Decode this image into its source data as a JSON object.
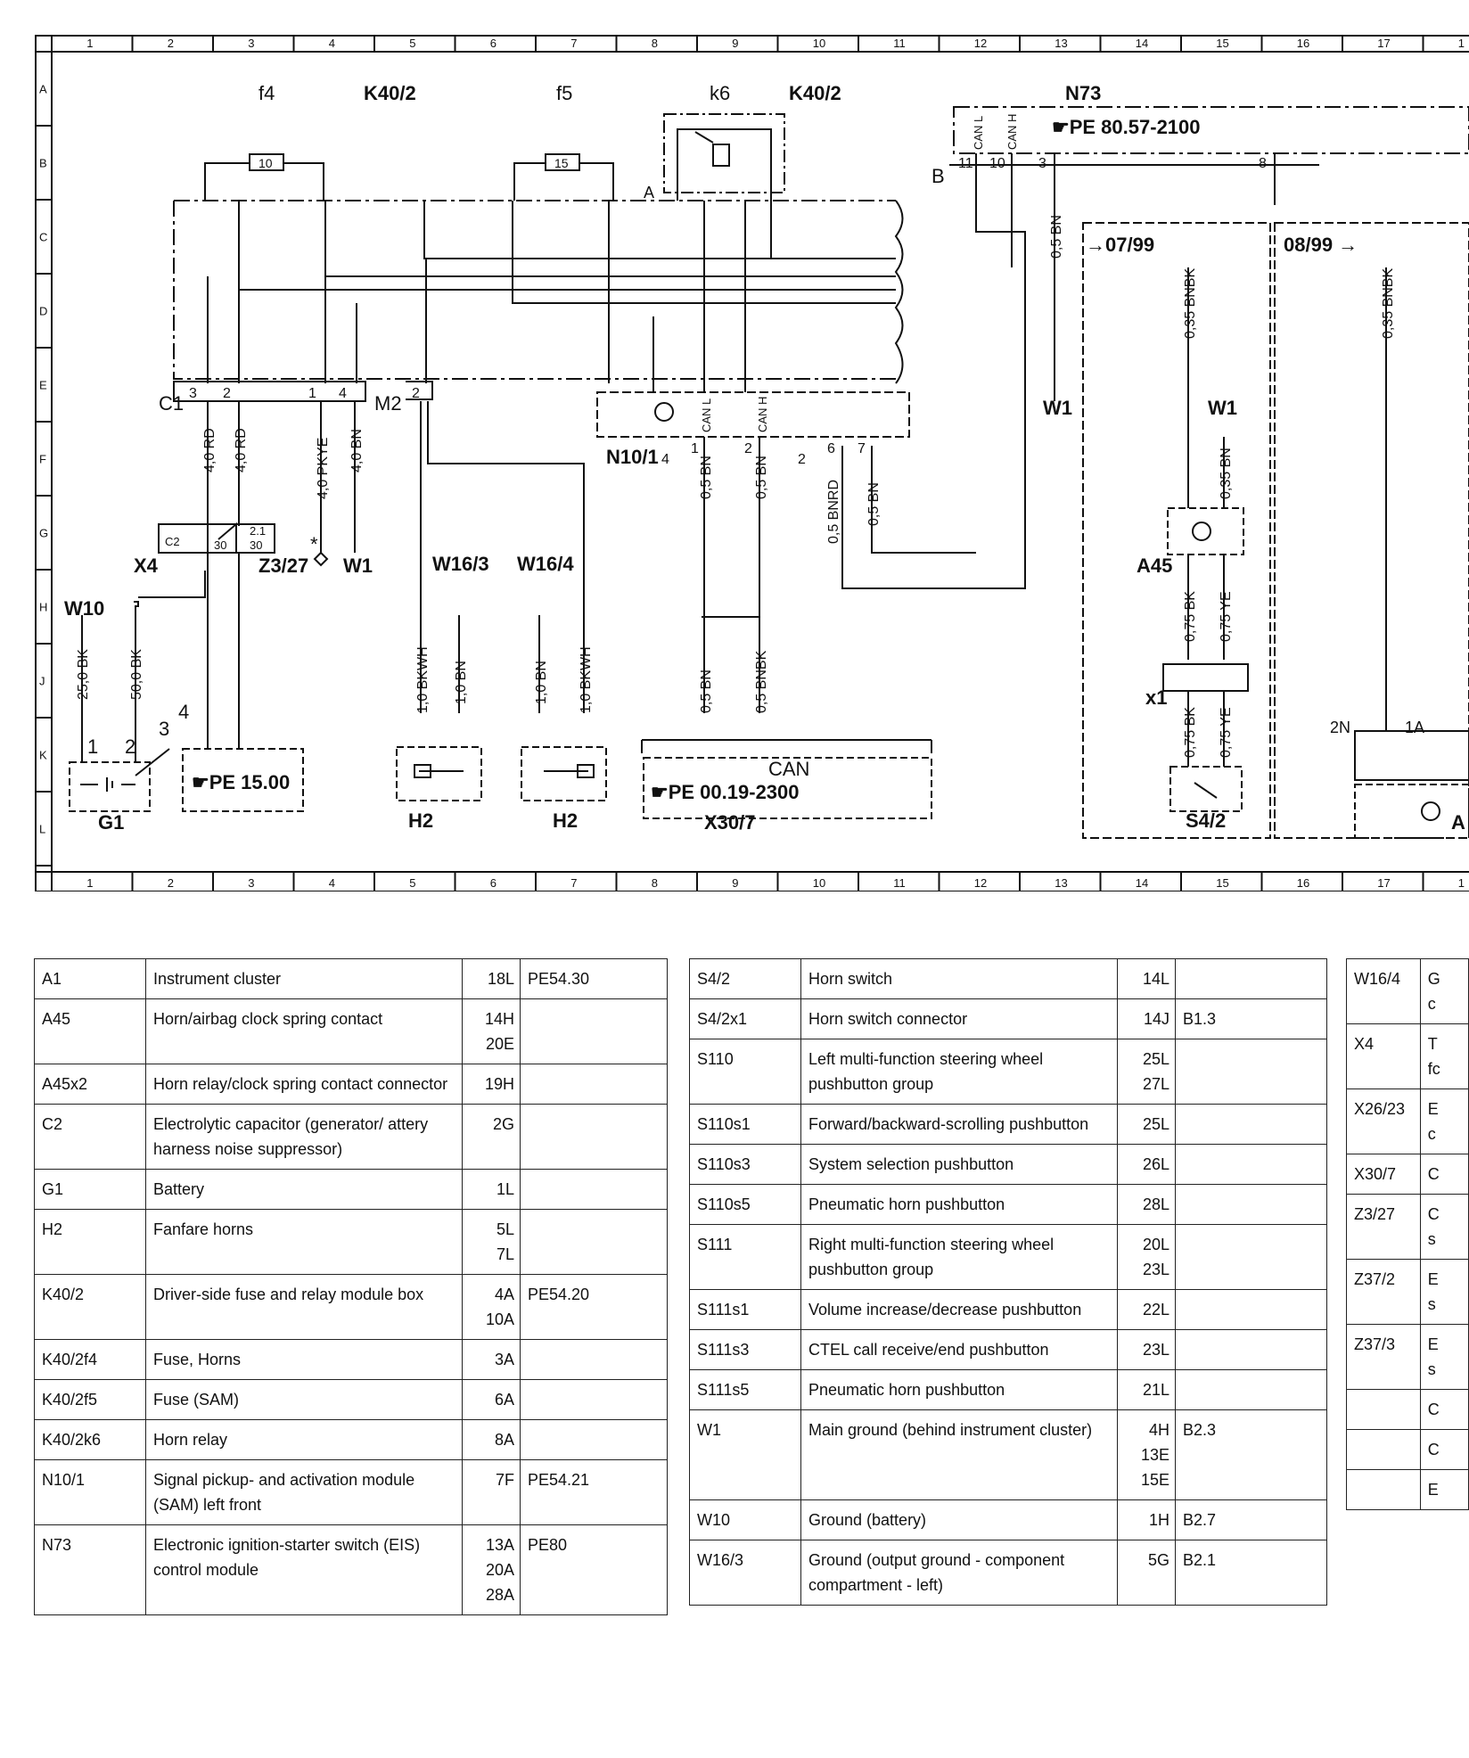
{
  "grid": {
    "cols": [
      "1",
      "2",
      "3",
      "4",
      "5",
      "6",
      "7",
      "8",
      "9",
      "10",
      "11",
      "12",
      "13",
      "14",
      "15",
      "16",
      "17",
      "1"
    ],
    "rows": [
      "A",
      "B",
      "C",
      "D",
      "E",
      "F",
      "G",
      "H",
      "J",
      "K",
      "L"
    ]
  },
  "labels": {
    "f4": "f4",
    "k40_2a": "K40/2",
    "f5": "f5",
    "k6": "k6",
    "k40_2b": "K40/2",
    "n73": "N73",
    "pe8057": "☛PE 80.57-2100",
    "b": "B",
    "a_mark": "A",
    "fuse10": "10",
    "fuse15": "15",
    "can_l": "CAN L",
    "can_h": "CAN H",
    "pin11": "11",
    "pin10": "10",
    "pin3": "3",
    "pin8": "8",
    "w05bn": "0,5 BN",
    "w1_mid": "W1",
    "d0799": "→07/99",
    "d0899": "08/99 →",
    "w035bnbk_a": "0,35 BNBK",
    "w035bnbk_b": "0,35 BNBK",
    "w1_r": "W1",
    "w035bn": "0,35 BN",
    "c1": "C1",
    "m2": "M2",
    "n10_1": "N10/1",
    "p3": "3",
    "p2": "2",
    "p1": "1",
    "p4": "4",
    "p1b": "1",
    "p2b": "2",
    "p6": "6",
    "p7": "7",
    "p4n": "4",
    "p2n": "2",
    "p2m": "2",
    "w40rd_a": "4,0 RD",
    "w40rd_b": "4,0 RD",
    "w40pkye": "4,0 PKYE",
    "w40bn": "4,0 BN",
    "w05bn_a": "0,5 BN",
    "w05bn_b": "0,5 BN",
    "w05bnrd": "0,5 BNRD",
    "w05bn_c": "0,5 BN",
    "x4": "X4",
    "z3_27": "Z3/27",
    "w1_g": "W1",
    "star": "*",
    "c2": "C2",
    "t30a": "30",
    "t30b": "30",
    "t21": "2.1",
    "w10": "W10",
    "w250bk": "25,0 BK",
    "w500bk": "50,0 BK",
    "w16_3": "W16/3",
    "w16_4": "W16/4",
    "w10bkwh_a": "1,0 BKWH",
    "w10bn_a": "1,0 BN",
    "w10bn_b": "1,0 BN",
    "w10bkwh_b": "1,0 BKWH",
    "w05bn_d": "0,5 BN",
    "w05bnbk": "0,5 BNBK",
    "a45": "A45",
    "w075bk_a": "0,75 BK",
    "w075ye_a": "0,75 YE",
    "x1": "x1",
    "w075bk_b": "0,75 BK",
    "w075ye_b": "0,75 YE",
    "s4_2": "S4/2",
    "g1": "G1",
    "pe1500": "☛PE 15.00",
    "h2a": "H2",
    "h2b": "H2",
    "can_box": "CAN",
    "pe0019": "☛PE 00.19-2300",
    "x30_7": "X30/7",
    "n2": "2N",
    "a1a": "1A",
    "a_right": "A",
    "s1": "1",
    "s2": "2",
    "s3": "3",
    "s4": "4"
  },
  "legend_a": [
    {
      "code": "A1",
      "desc": "Instrument cluster",
      "loc": "18L",
      "ref": "PE54.30"
    },
    {
      "code": "A45",
      "desc": "Horn/airbag clock spring contact",
      "loc": "14H\n20E",
      "ref": ""
    },
    {
      "code": "A45x2",
      "desc": "Horn relay/clock spring contact connector",
      "loc": "19H",
      "ref": ""
    },
    {
      "code": "C2",
      "desc": "Electrolytic capacitor (generator/ attery harness noise suppressor)",
      "loc": "2G",
      "ref": ""
    },
    {
      "code": "G1",
      "desc": "Battery",
      "loc": "1L",
      "ref": ""
    },
    {
      "code": "H2",
      "desc": "Fanfare horns",
      "loc": "5L\n7L",
      "ref": ""
    },
    {
      "code": "K40/2",
      "desc": "Driver-side fuse and relay module box",
      "loc": "4A\n10A",
      "ref": "PE54.20"
    },
    {
      "code": "K40/2f4",
      "desc": "Fuse, Horns",
      "loc": "3A",
      "ref": ""
    },
    {
      "code": "K40/2f5",
      "desc": "Fuse (SAM)",
      "loc": "6A",
      "ref": ""
    },
    {
      "code": "K40/2k6",
      "desc": "Horn relay",
      "loc": "8A",
      "ref": ""
    },
    {
      "code": "N10/1",
      "desc": "Signal pickup- and activation module (SAM) left front",
      "loc": "7F",
      "ref": "PE54.21"
    },
    {
      "code": "N73",
      "desc": "Electronic ignition-starter switch (EIS) control module",
      "loc": "13A\n20A\n28A",
      "ref": "PE80"
    }
  ],
  "legend_b": [
    {
      "code": "S4/2",
      "desc": "Horn switch",
      "loc": "14L",
      "ref": ""
    },
    {
      "code": "S4/2x1",
      "desc": "Horn switch connector",
      "loc": "14J",
      "ref": "B1.3"
    },
    {
      "code": "S110",
      "desc": "Left multi-function steering wheel pushbutton group",
      "loc": "25L\n27L",
      "ref": ""
    },
    {
      "code": "S110s1",
      "desc": "Forward/backward-scrolling pushbutton",
      "loc": "25L",
      "ref": ""
    },
    {
      "code": "S110s3",
      "desc": "System selection pushbutton",
      "loc": "26L",
      "ref": ""
    },
    {
      "code": "S110s5",
      "desc": "Pneumatic horn pushbutton",
      "loc": "28L",
      "ref": ""
    },
    {
      "code": "S111",
      "desc": "Right multi-function steering wheel pushbutton group",
      "loc": "20L\n23L",
      "ref": ""
    },
    {
      "code": "S111s1",
      "desc": "Volume increase/decrease pushbutton",
      "loc": "22L",
      "ref": ""
    },
    {
      "code": "S111s3",
      "desc": "CTEL call receive/end pushbutton",
      "loc": "23L",
      "ref": ""
    },
    {
      "code": "S111s5",
      "desc": "Pneumatic horn pushbutton",
      "loc": "21L",
      "ref": ""
    },
    {
      "code": "W1",
      "desc": "Main ground (behind instrument cluster)",
      "loc": "4H\n13E\n15E",
      "ref": "B2.3"
    },
    {
      "code": "W10",
      "desc": "Ground (battery)",
      "loc": "1H",
      "ref": "B2.7"
    },
    {
      "code": "W16/3",
      "desc": "Ground (output ground - component compartment - left)",
      "loc": "5G",
      "ref": "B2.1"
    }
  ],
  "legend_c": [
    {
      "code": "W16/4",
      "desc": "G\nc"
    },
    {
      "code": "X4",
      "desc": "T\nfc"
    },
    {
      "code": "X26/23",
      "desc": "E\nc"
    },
    {
      "code": "X30/7",
      "desc": "C"
    },
    {
      "code": "Z3/27",
      "desc": "C\ns"
    },
    {
      "code": "Z37/2",
      "desc": "E\ns"
    },
    {
      "code": "Z37/3",
      "desc": "E\ns"
    },
    {
      "code": "",
      "desc": "C"
    },
    {
      "code": "",
      "desc": "C"
    },
    {
      "code": "",
      "desc": "E"
    }
  ]
}
